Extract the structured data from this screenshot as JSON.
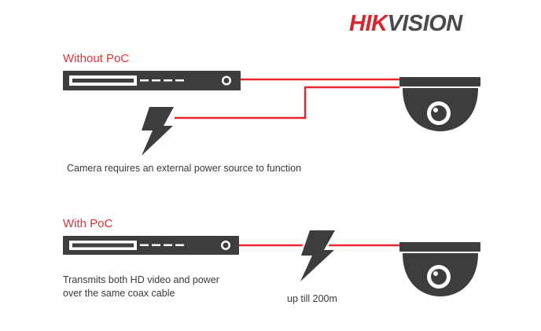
{
  "brand": {
    "logo_part1": "HIK",
    "logo_part2": "VISION",
    "red": "#d7262d",
    "gray": "#4a4a4a"
  },
  "colors": {
    "label": "#e53137",
    "cable": "#e8262b",
    "device": "#3d3d3d",
    "device_light": "#ffffff",
    "text": "#3a3a3a"
  },
  "without_poc": {
    "title": "Without PoC",
    "caption": "Camera requires an external power source to function",
    "icons": [
      "dvr-recorder-icon",
      "lightning-bolt-icon",
      "dome-camera-icon"
    ]
  },
  "with_poc": {
    "title": "With PoC",
    "caption_line1": "Transmits both HD video and power",
    "caption_line2": "over the same coax cable",
    "distance": "up till 200m",
    "icons": [
      "dvr-recorder-icon",
      "lightning-bolt-icon",
      "dome-camera-icon"
    ]
  }
}
